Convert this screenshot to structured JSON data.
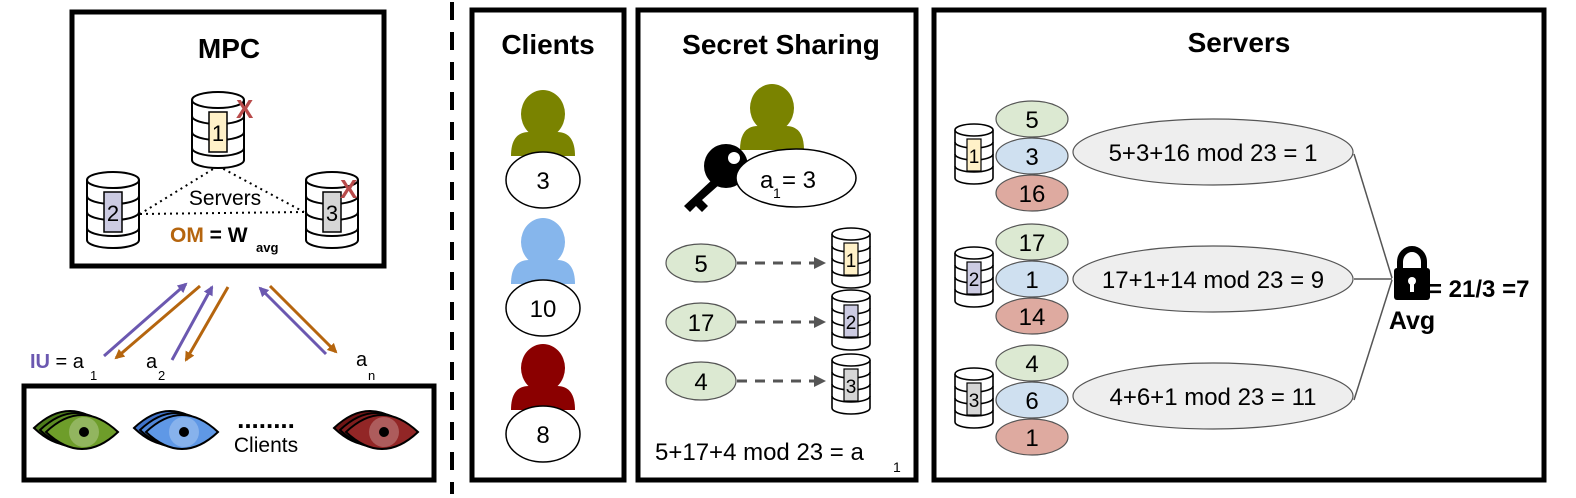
{
  "colors": {
    "olive": "#7a8300",
    "light_blue": "#86b6ec",
    "dark_red": "#8b0000",
    "iu_purple": "#6b58b0",
    "om_orange": "#b5650e",
    "share_green": "#dce9d2",
    "share_blue": "#cfe0f0",
    "share_red": "#deaaa0",
    "server1": "#fff1c8",
    "server2": "#cccbe2",
    "server3": "#d6d6d6",
    "result_gray": "#eeeeee",
    "x_mark": "#b84b4b"
  },
  "mpc": {
    "title": "MPC",
    "servers_label": "Servers",
    "server_numbers": [
      "1",
      "2",
      "3"
    ],
    "x_mark": "X",
    "om_label": "OM",
    "om_equals": " = W",
    "om_subscript": "avg",
    "iu_label": "IU",
    "iu_equals": " = a",
    "iu_subscript": "1",
    "a2_label": "a",
    "a2_subscript": "2",
    "an_label": "a",
    "an_subscript": "n",
    "clients_label": "Clients",
    "dots": "........"
  },
  "clients": {
    "title": "Clients",
    "values": [
      "3",
      "10",
      "8"
    ]
  },
  "secret_sharing": {
    "title": "Secret Sharing",
    "secret_label": "a",
    "secret_subscript": "1",
    "secret_value": " = 3",
    "shares": [
      "5",
      "17",
      "4"
    ],
    "server_numbers": [
      "1",
      "2",
      "3"
    ],
    "formula": "5+17+4 mod 23 = a",
    "formula_subscript": "1"
  },
  "servers": {
    "title": "Servers",
    "rows": [
      {
        "server": "1",
        "shares": [
          "5",
          "3",
          "16"
        ],
        "result": "5+3+16 mod 23 = 1"
      },
      {
        "server": "2",
        "shares": [
          "17",
          "1",
          "14"
        ],
        "result": "17+1+14 mod 23 = 9"
      },
      {
        "server": "3",
        "shares": [
          "4",
          "6",
          "1"
        ],
        "result": "4+6+1 mod 23 = 11"
      }
    ],
    "avg_value": "= 21/3 =7",
    "avg_label": "Avg"
  }
}
